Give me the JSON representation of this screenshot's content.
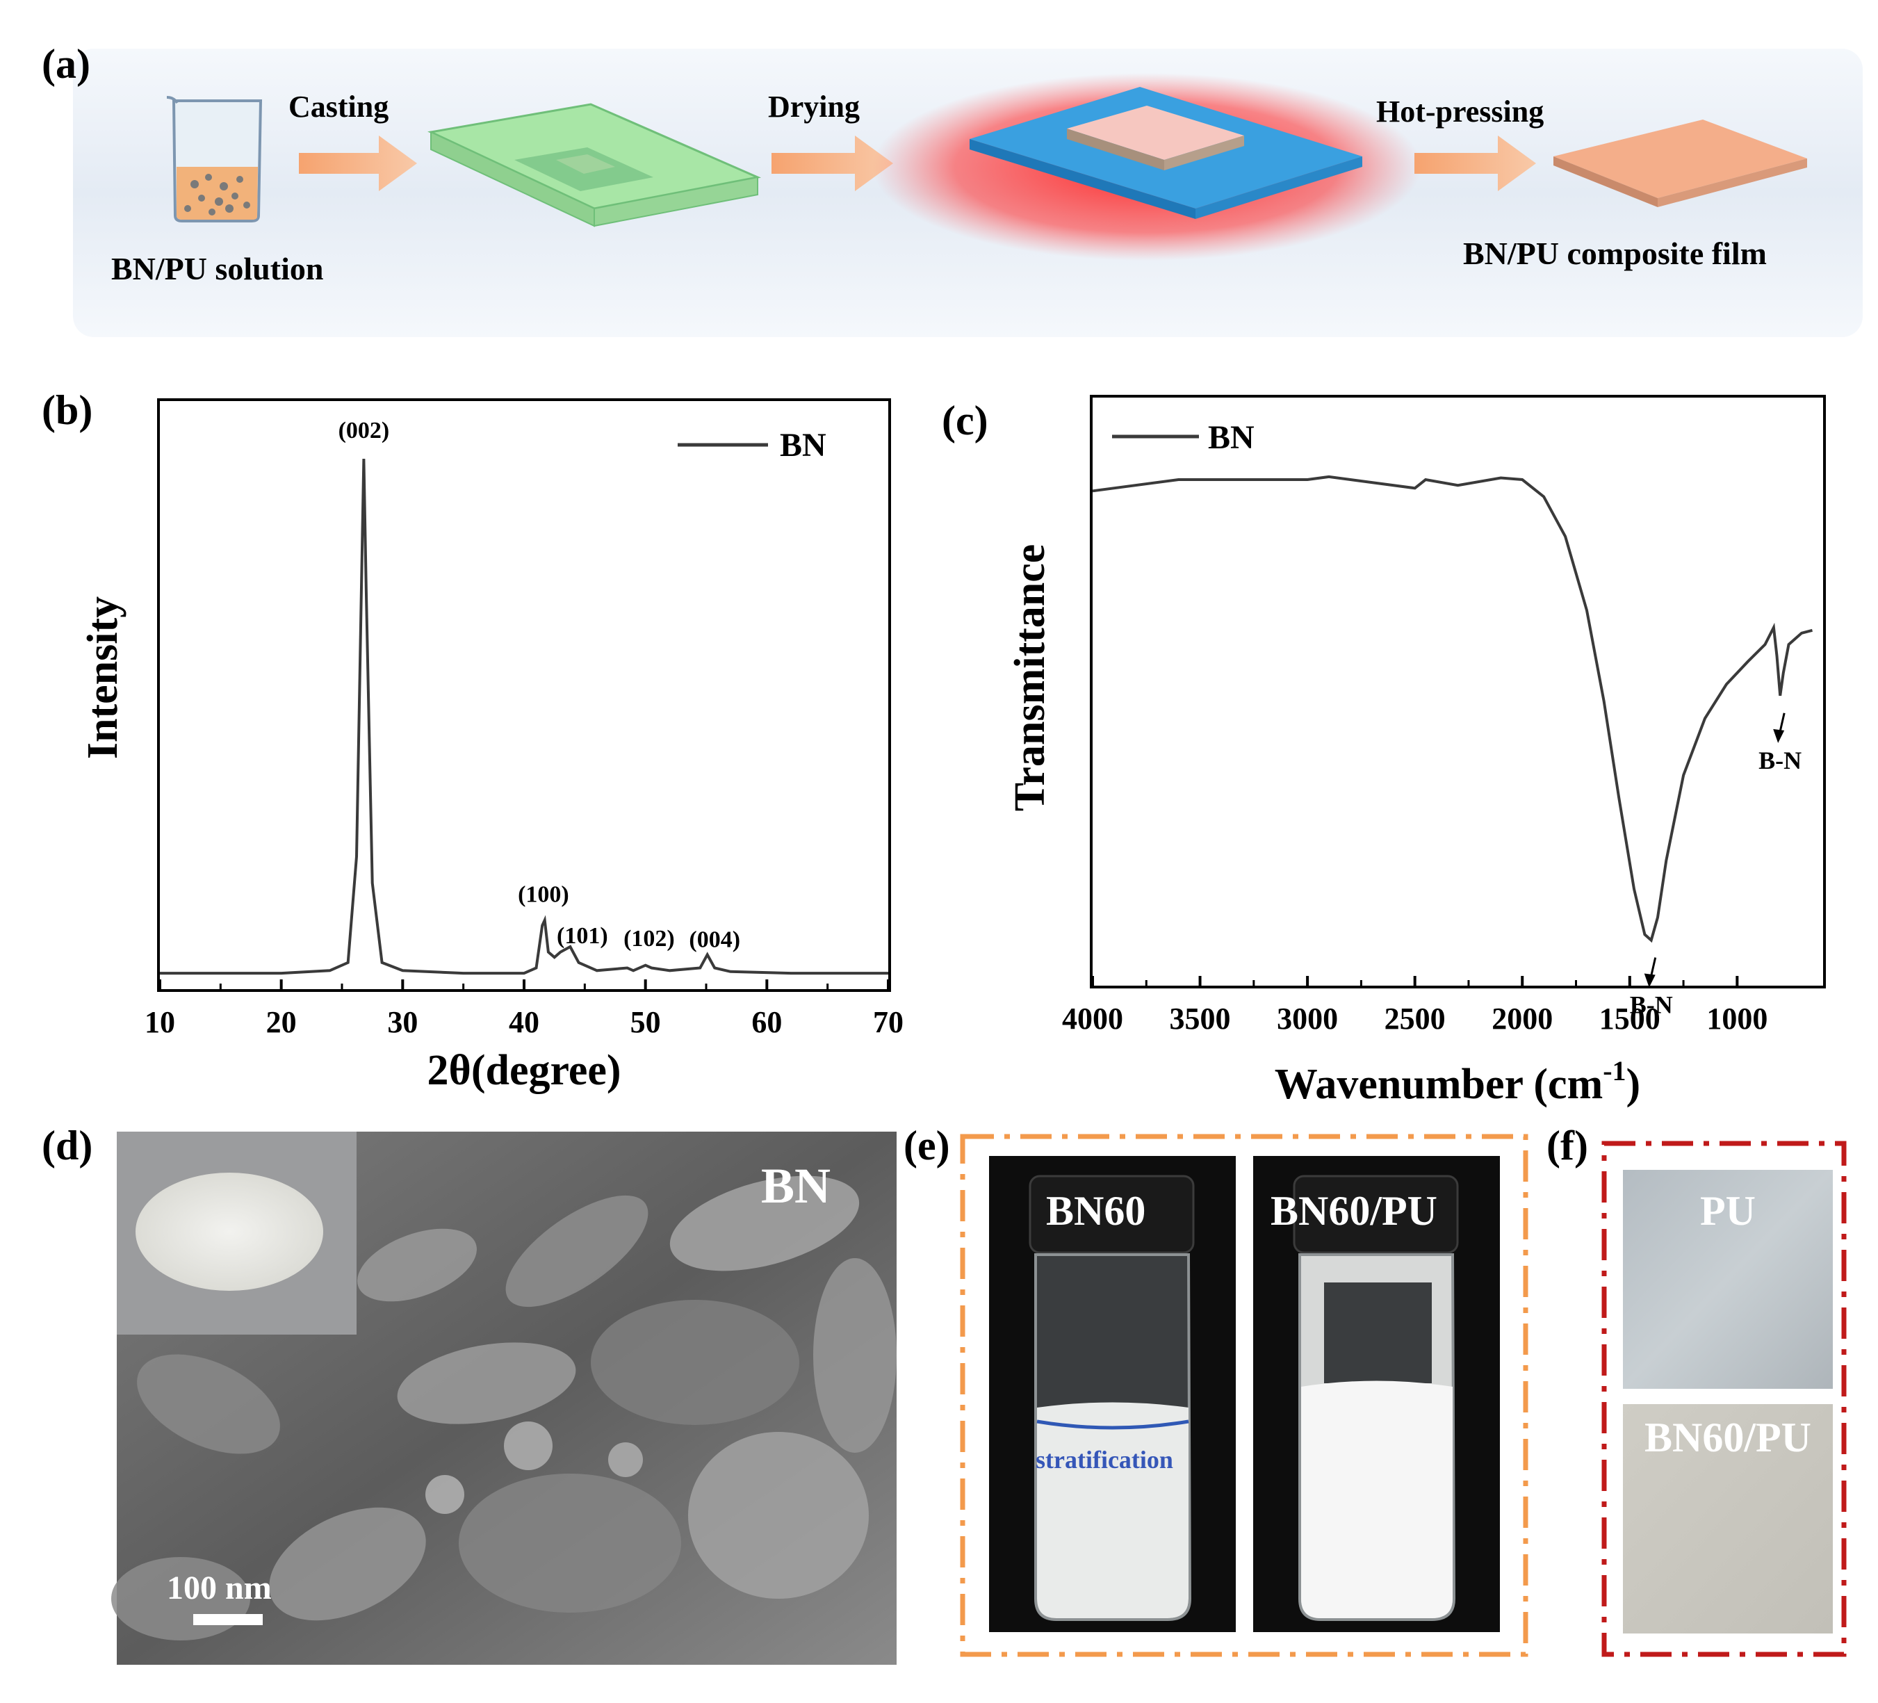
{
  "panel_labels": {
    "a": "(a)",
    "b": "(b)",
    "c": "(c)",
    "d": "(d)",
    "e": "(e)",
    "f": "(f)"
  },
  "process": {
    "steps": [
      "Casting",
      "Drying",
      "Hot-pressing"
    ],
    "start_label": "BN/PU solution",
    "end_label": "BN/PU composite film",
    "colors": {
      "arrow": "#f6a36f",
      "tray": "#9fe3a2",
      "hot_plate": "#3aa0e0",
      "heat": "#ff2a2a",
      "film": "#f4ae8a"
    }
  },
  "chart_data": [
    {
      "type": "line",
      "ylabel": "Intensity",
      "xlabel": "2θ(degree)",
      "xlim": [
        10,
        70
      ],
      "xticks": [
        10,
        20,
        30,
        40,
        50,
        60,
        70
      ],
      "y_tick_labels": false,
      "legend": "top-right",
      "series": [
        {
          "name": "BN",
          "color": "#3a3a3a",
          "points": [
            [
              10,
              0.03
            ],
            [
              15,
              0.03
            ],
            [
              20,
              0.03
            ],
            [
              24,
              0.035
            ],
            [
              25.5,
              0.05
            ],
            [
              26.2,
              0.25
            ],
            [
              26.6,
              0.75
            ],
            [
              26.8,
              1.0
            ],
            [
              27.0,
              0.75
            ],
            [
              27.5,
              0.2
            ],
            [
              28.3,
              0.05
            ],
            [
              30,
              0.035
            ],
            [
              35,
              0.03
            ],
            [
              40,
              0.03
            ],
            [
              41,
              0.04
            ],
            [
              41.5,
              0.12
            ],
            [
              41.7,
              0.13
            ],
            [
              42,
              0.07
            ],
            [
              42.5,
              0.06
            ],
            [
              43,
              0.07
            ],
            [
              43.8,
              0.08
            ],
            [
              44.5,
              0.05
            ],
            [
              46,
              0.035
            ],
            [
              48.5,
              0.04
            ],
            [
              49,
              0.035
            ],
            [
              50,
              0.045
            ],
            [
              50.5,
              0.04
            ],
            [
              52,
              0.035
            ],
            [
              54.5,
              0.04
            ],
            [
              55.1,
              0.065
            ],
            [
              55.7,
              0.04
            ],
            [
              57,
              0.033
            ],
            [
              62,
              0.03
            ],
            [
              70,
              0.03
            ]
          ]
        }
      ],
      "annotations": [
        {
          "text": "(002)",
          "x": 26.8
        },
        {
          "text": "(100)",
          "x": 41.6
        },
        {
          "text": "(101)",
          "x": 44.8
        },
        {
          "text": "(102)",
          "x": 50.3
        },
        {
          "text": "(004)",
          "x": 55.7
        }
      ]
    },
    {
      "type": "line",
      "ylabel": "Transmittance",
      "xlabel": "Wavenumber (cm",
      "xlabel_sup": "-1",
      "xlabel_end": ")",
      "xlim": [
        4000,
        600
      ],
      "xticks": [
        4000,
        3500,
        3000,
        2500,
        2000,
        1500,
        1000
      ],
      "y_tick_labels": false,
      "legend": "top-left",
      "series": [
        {
          "name": "BN",
          "color": "#3a3a3a",
          "points": [
            [
              4000,
              0.87
            ],
            [
              3600,
              0.89
            ],
            [
              3300,
              0.89
            ],
            [
              3000,
              0.89
            ],
            [
              2900,
              0.895
            ],
            [
              2700,
              0.885
            ],
            [
              2500,
              0.875
            ],
            [
              2450,
              0.89
            ],
            [
              2300,
              0.88
            ],
            [
              2100,
              0.893
            ],
            [
              2000,
              0.89
            ],
            [
              1900,
              0.86
            ],
            [
              1800,
              0.79
            ],
            [
              1700,
              0.66
            ],
            [
              1620,
              0.5
            ],
            [
              1550,
              0.33
            ],
            [
              1480,
              0.17
            ],
            [
              1430,
              0.09
            ],
            [
              1400,
              0.08
            ],
            [
              1370,
              0.12
            ],
            [
              1330,
              0.22
            ],
            [
              1250,
              0.37
            ],
            [
              1150,
              0.47
            ],
            [
              1050,
              0.53
            ],
            [
              950,
              0.57
            ],
            [
              870,
              0.6
            ],
            [
              830,
              0.63
            ],
            [
              815,
              0.58
            ],
            [
              800,
              0.51
            ],
            [
              785,
              0.55
            ],
            [
              760,
              0.6
            ],
            [
              700,
              0.62
            ],
            [
              650,
              0.625
            ]
          ]
        }
      ],
      "annotations": [
        {
          "text": "B-N",
          "x": 1400
        },
        {
          "text": "B-N",
          "x": 800
        }
      ]
    }
  ],
  "sem": {
    "label": "BN",
    "scale_bar": "100 nm"
  },
  "vials": {
    "left": "BN60",
    "right": "BN60/PU",
    "note": "stratification"
  },
  "films": {
    "top": "PU",
    "bottom": "BN60/PU"
  }
}
